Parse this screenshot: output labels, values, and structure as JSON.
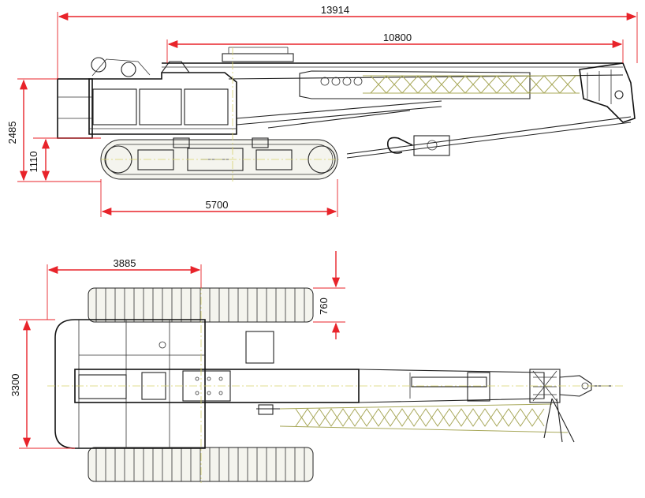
{
  "colors": {
    "dimension": "#e8232a",
    "lines": "#222222",
    "lattice": "#a8a85a",
    "centerline": "#d7d36c",
    "background": "#ffffff"
  },
  "side_view": {
    "overall_length": "13914",
    "boom_length": "10800",
    "total_height": "2485",
    "ground_clearance": "1110",
    "track_length": "5700"
  },
  "top_view": {
    "tail_length": "3885",
    "track_width": "760",
    "overall_width": "3300"
  }
}
